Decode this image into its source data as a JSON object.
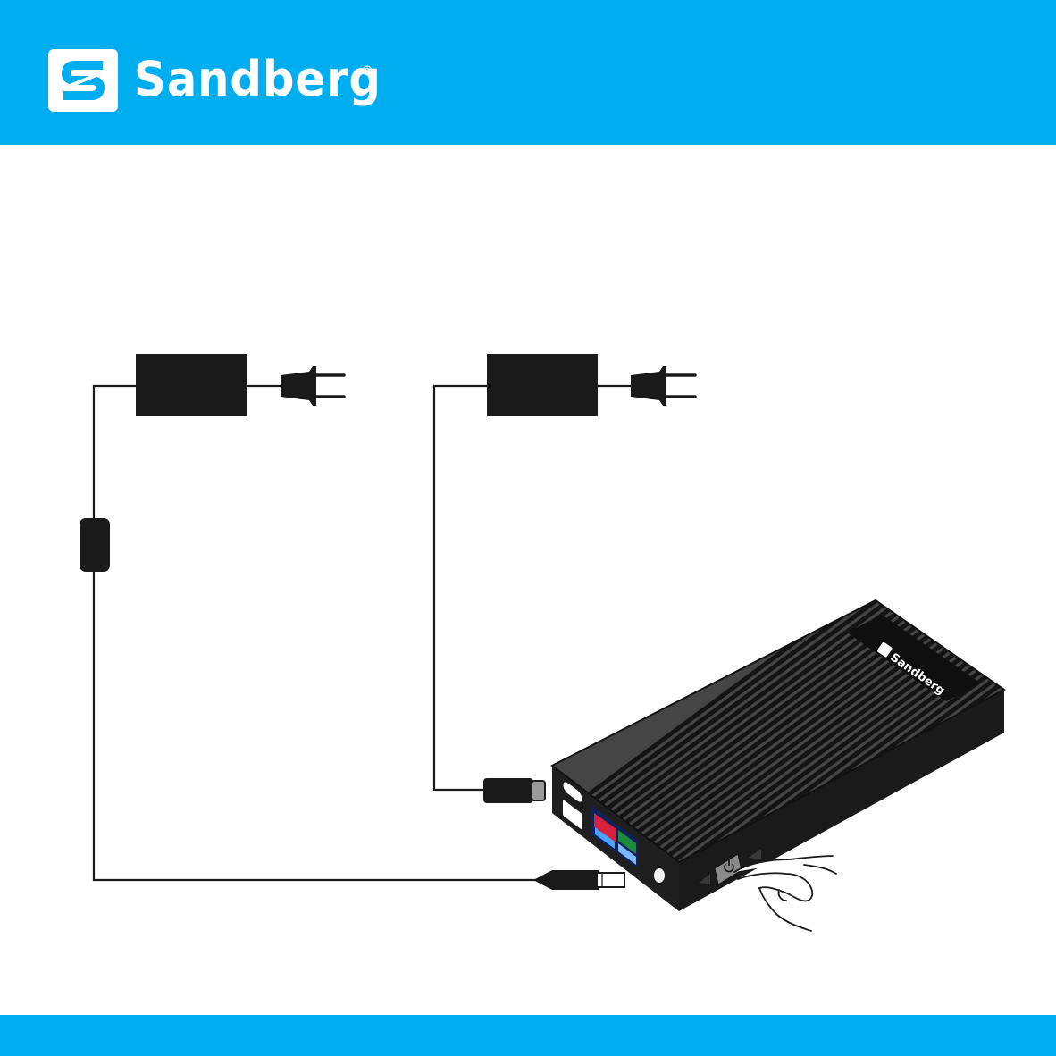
{
  "brand": {
    "name": "Sandberg",
    "registered_mark": "®",
    "badge_letter": "S",
    "color": "#00aeef"
  },
  "device": {
    "brand_label": "Sandberg"
  },
  "icons": [
    "sandberg-logo-icon",
    "power-icon",
    "plug-icon",
    "hand-icon"
  ]
}
